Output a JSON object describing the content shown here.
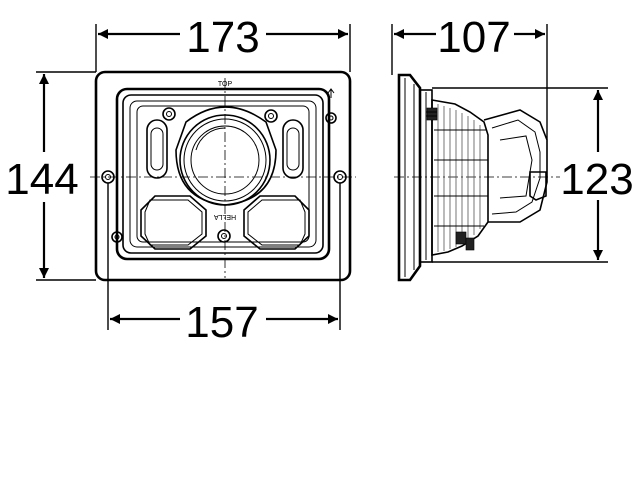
{
  "dimensions": {
    "front_width": "173",
    "front_height": "144",
    "mount_spacing": "157",
    "side_depth": "107",
    "side_height": "123"
  },
  "markings": {
    "top_label": "TOP",
    "brand_label": "HELLA"
  }
}
